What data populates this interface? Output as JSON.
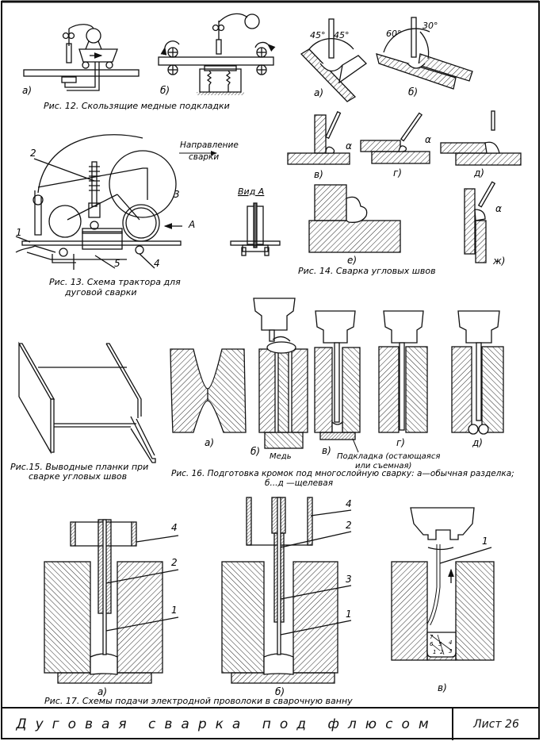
{
  "sheet": {
    "title": "Дуговая сварка под флюсом",
    "sheet_number": "Лист 26"
  },
  "fig12": {
    "caption": "Рис. 12. Скользящие   медные   подкладки",
    "labels": [
      "а)",
      "б)"
    ]
  },
  "fig13": {
    "caption_line1": "Рис. 13. Схема  трактора для",
    "caption_line2": "дуговой  сварки",
    "direction_label_line1": "Направление",
    "direction_label_line2": "сварки",
    "view_label": "Вид А",
    "arrow_label": "А",
    "callouts": [
      "1",
      "2",
      "3",
      "4",
      "5"
    ]
  },
  "fig14": {
    "caption": "Рис. 14. Сварка угловых швов",
    "labels": [
      "а)",
      "б)",
      "в)",
      "г)",
      "д)",
      "е)",
      "ж)"
    ],
    "angles": [
      "45°",
      "45°",
      "60°",
      "30°"
    ],
    "alpha": "α"
  },
  "fig15": {
    "caption_line1": "Рис.15. Выводные  планки  при",
    "caption_line2": "сварке  угловых  швов"
  },
  "fig16": {
    "caption_line1": "Рис. 16. Подготовка  кромок  под  многослойную  сварку: а—обычная разделка;",
    "caption_line2": "б...д —щелевая",
    "labels": [
      "а)",
      "б)",
      "в)",
      "г)",
      "д)"
    ],
    "copper_label": "Медь",
    "backing_label_line1": "Подкладка (остающаяся",
    "backing_label_line2": "или  съемная)"
  },
  "fig17": {
    "caption": "Рис. 17. Схемы  подачи   электродной   проволоки   в   сварочную   ванну",
    "labels": [
      "а)",
      "б)",
      "в)"
    ],
    "callouts_a": [
      "4",
      "2",
      "1"
    ],
    "callouts_b": [
      "4",
      "2",
      "3",
      "1"
    ],
    "callouts_c": [
      "1"
    ],
    "layer_numbers": [
      "7",
      "6",
      "5",
      "4",
      "3",
      "2",
      "1"
    ]
  }
}
